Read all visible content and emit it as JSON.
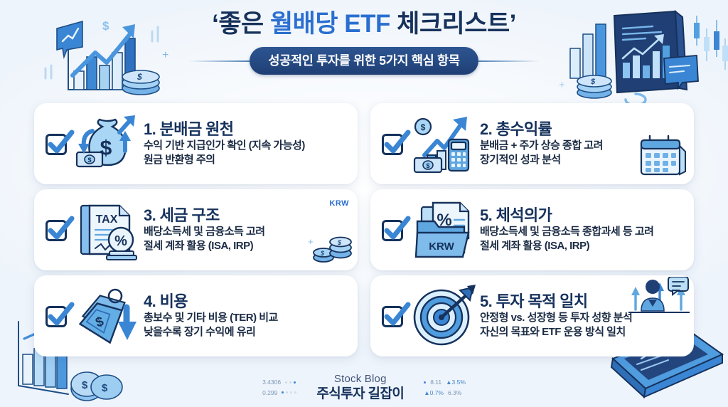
{
  "header": {
    "title_part1": "‘좋은 ",
    "title_accent": "월배당 ETF",
    "title_part2": " 체크리스트’",
    "subtitle": "성공적인 투자를 위한 5가지 핵심 항목"
  },
  "colors": {
    "navy": "#16325c",
    "accent_blue": "#2a6fd0",
    "pill_navy": "#24427e",
    "card_white": "#ffffff",
    "page_bg": "#eef4fb"
  },
  "cards": [
    {
      "number": "1.",
      "title": "1. 분배금 원천",
      "line1": "수익 기반 지급인가 확인 (지속 가능성)",
      "line2": "원금 반환형 주의",
      "icon": "money-bag-icon",
      "badge": "",
      "side_icon": ""
    },
    {
      "number": "2.",
      "title": "2. 총수익률",
      "line1": "분배금 + 주가 상승 종합 고려",
      "line2": "장기적인 성과 분석",
      "icon": "growth-chart-calculator-icon",
      "badge": "",
      "side_icon": "calendar-icon"
    },
    {
      "number": "3.",
      "title": "3. 세금 구조",
      "line1": "배당소득세 및 금융소득 고려",
      "line2": "절세 계좌 활용 (ISA, IRP)",
      "icon": "tax-document-icon",
      "badge": "KRW",
      "side_icon": "coin-stack-icon"
    },
    {
      "number": "5.",
      "title": "5. 체석의가",
      "line1": "배당소득세 및 금융소득 종합과세 등 고려",
      "line2": "절세 계좌 활용 (ISA, IRP)",
      "icon": "krw-folder-icon",
      "badge": "",
      "side_icon": ""
    },
    {
      "number": "4.",
      "title": "4. 비용",
      "line1": "총보수 및 기타 비용 (TER) 비교",
      "line2": "낮을수록 장기 수익에 유리",
      "icon": "price-tag-down-arrow-icon",
      "badge": "",
      "side_icon": ""
    },
    {
      "number": "5.",
      "title": "5. 투자 목적 일치",
      "line1": "안정형 vs. 성장형 등 투자 성향 분석",
      "line2": "자신의 목표와 ETF 운용 방식 일치",
      "icon": "target-dartboard-icon",
      "badge": "",
      "side_icon": "person-chat-icon"
    }
  ],
  "footer": {
    "ticker_left": {
      "value1": "3.4306",
      "value2": "0.299"
    },
    "ticker_right": {
      "value1": "8.11",
      "change1": "▲3.5%",
      "value2": "▲0.7%",
      "change2": "6.3%"
    },
    "brand_en": "Stock Blog",
    "brand_ko": "주식투자 길잡이"
  },
  "decorations": {
    "top_left": "bar-chart-arrow-coins-icon",
    "top_right": "dashboard-monitor-candlestick-icon",
    "bottom_left": "bar-chart-coins-icon",
    "bottom_right": "smartphone-candlestick-icon"
  }
}
